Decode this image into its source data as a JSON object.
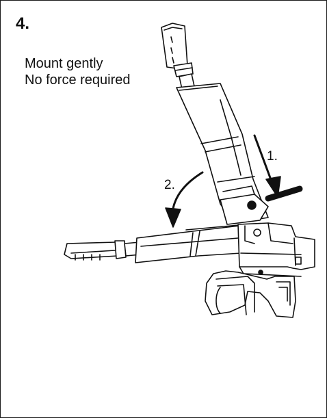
{
  "step": {
    "number": "4."
  },
  "instructions": {
    "line1": "Mount gently",
    "line2": "No force required"
  },
  "callouts": [
    {
      "label": "1.",
      "arrow": "straight-down-arrow"
    },
    {
      "label": "2.",
      "arrow": "curved-rotate-arrow"
    }
  ],
  "colors": {
    "line": "#111111",
    "background": "#ffffff",
    "accent": "#111111"
  }
}
